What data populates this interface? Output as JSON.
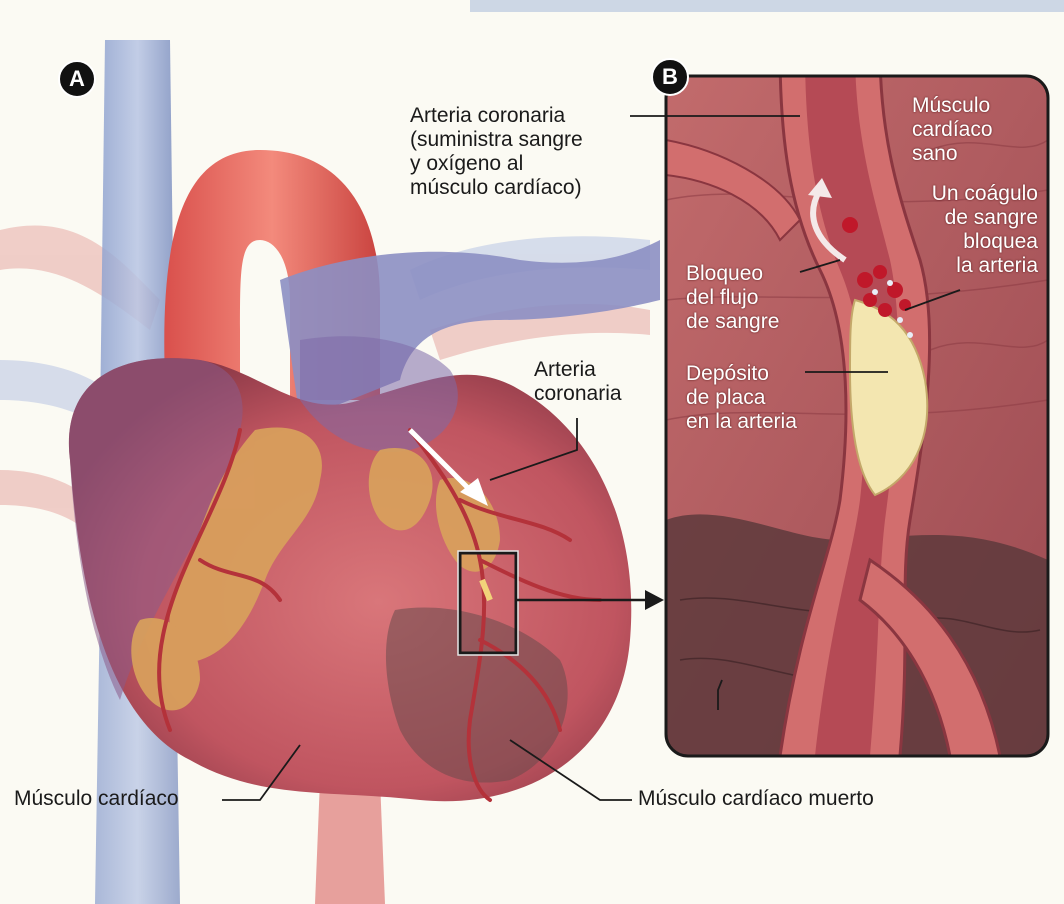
{
  "panels": {
    "a_badge": "A",
    "b_badge": "B"
  },
  "labels": {
    "coronary_artery_top": "Arteria coronaria\n(suministra sangre\ny oxígeno al\nmúsculo cardíaco)",
    "coronary_artery_mid": "Arteria\ncoronaria",
    "heart_muscle": "Músculo cardíaco",
    "dead_heart_muscle": "Músculo cardíaco muerto",
    "healthy_muscle": "Músculo\ncardíaco\nsano",
    "blood_clot": "Un coágulo\nde sangre\nbloquea\nla arteria",
    "blocked_flow": "Bloqueo\ndel flujo\nde sangre",
    "plaque_deposit": "Depósito\nde placa\nen la arteria"
  },
  "colors": {
    "background": "#fbfaf3",
    "vein_blue": "#7f95c6",
    "aorta_red": "#e4675f",
    "heart_red": "#c65a5f",
    "fat_yellow": "#d9a15c",
    "muscle_inset": "#b65f62",
    "plaque": "#f3e6b0",
    "clot": "#c0182a"
  },
  "icons": [
    "arrow-right-icon",
    "blood-flow-arrow-icon"
  ]
}
